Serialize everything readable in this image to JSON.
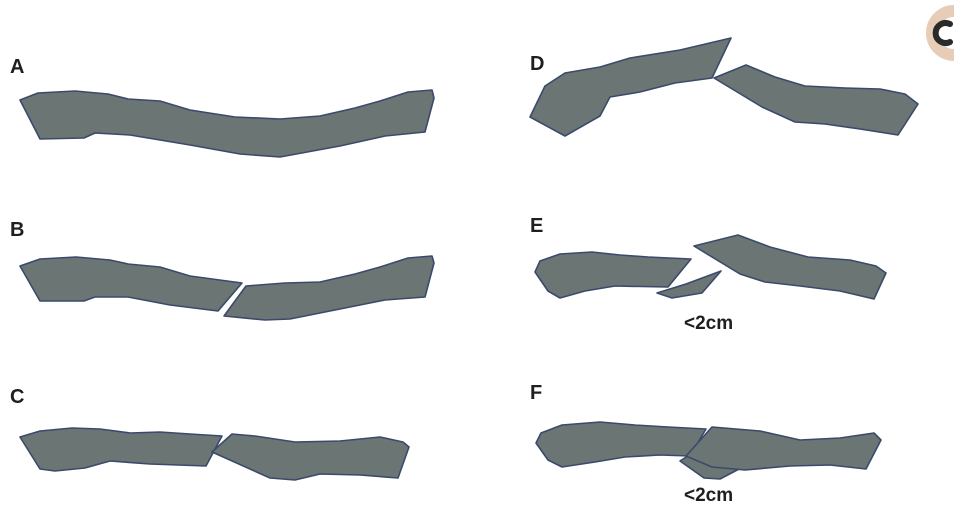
{
  "panels": [
    {
      "id": "A",
      "label": "A",
      "note": ""
    },
    {
      "id": "B",
      "label": "B",
      "note": ""
    },
    {
      "id": "C",
      "label": "C",
      "note": ""
    },
    {
      "id": "D",
      "label": "D",
      "note": ""
    },
    {
      "id": "E",
      "label": "E",
      "note": "<2cm"
    },
    {
      "id": "F",
      "label": "F",
      "note": "<2cm"
    }
  ],
  "colors": {
    "fragment_fill": "#6a7574",
    "fragment_outline": "#3b4a6b",
    "background": "#ffffff"
  },
  "corner_logo": {
    "icon": "partial-logo-icon"
  }
}
